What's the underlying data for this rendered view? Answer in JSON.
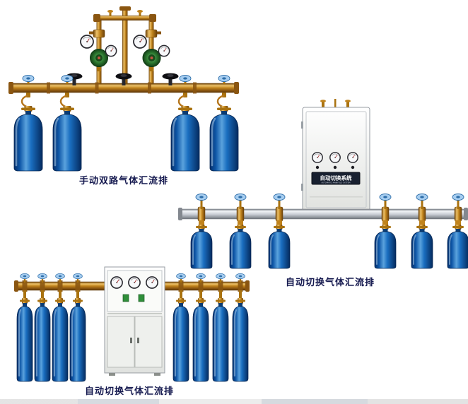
{
  "captions": {
    "manual_dual": "手动双路气体汇流排",
    "auto_switch_right": "自动切换气体汇流排",
    "auto_switch_bottom": "自动切换气体汇流排"
  },
  "cabinet": {
    "label_cn": "自动切换系统",
    "label_en": "AUTOMATIC MANIFOLD SYSTEM"
  },
  "colors": {
    "background": "#ffffff",
    "caption_text": "#15194f",
    "cylinder_blue_dark": "#06306b",
    "cylinder_blue_light": "#5aa2dd",
    "brass_pipe": "#c0831c",
    "aluminum_pipe": "#c6cbd2",
    "cabinet_body": "#f2f3f1",
    "regulator_green": "#2e7d32",
    "handwheel_blue": "#a6cdf0",
    "handwheel_black": "#0f0f13",
    "label_plate": "#182030"
  }
}
